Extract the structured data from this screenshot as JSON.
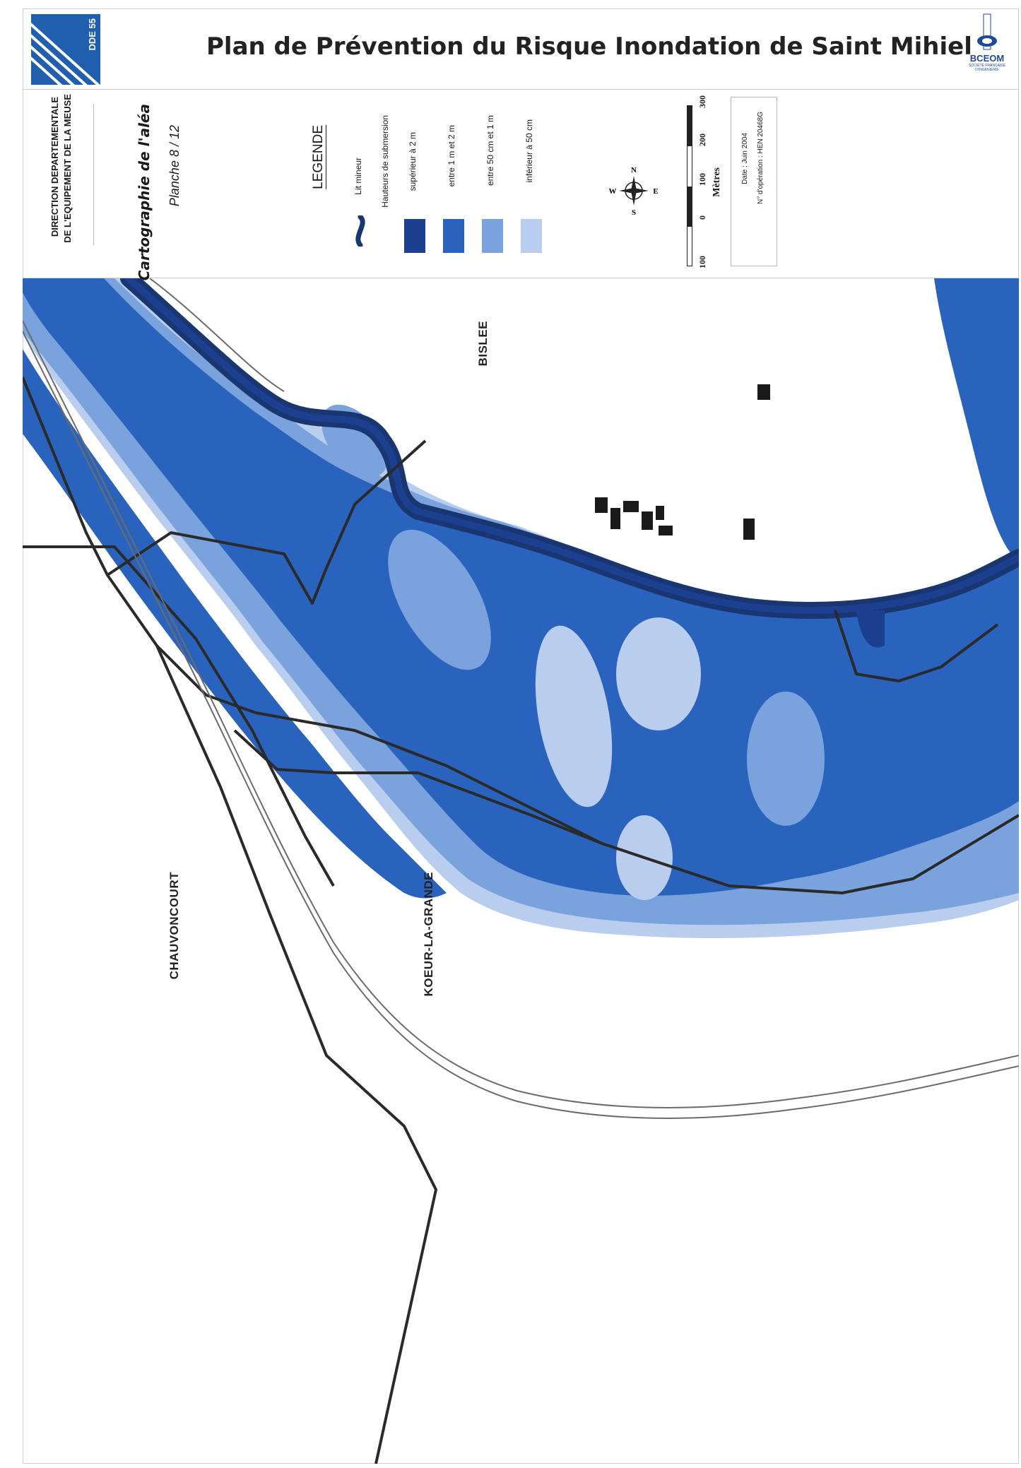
{
  "header": {
    "logo_text": "DDE 55",
    "title": "Plan de Prévention du Risque Inondation de Saint Mihiel",
    "company": "BCEOM",
    "company_sub": "SOCIÉTÉ FRANÇAISE D'INGÉNIERIE"
  },
  "sidebar": {
    "direction_line1": "DIRECTION DEPARTEMENTALE",
    "direction_line2": "DE L'EQUIPEMENT DE LA MEUSE",
    "subtitle": "Cartographie de l'aléa",
    "planche": "Planche 8 / 12"
  },
  "legend": {
    "title": "LEGENDE",
    "lit_mineur": "Lit mineur",
    "heights_title": "Hauteurs de submersion",
    "classes": [
      {
        "label": "supérieur à 2 m",
        "color": "#1c3f8f"
      },
      {
        "label": "entre 1 m et 2 m",
        "color": "#2a63bd"
      },
      {
        "label": "entre 50 cm et 1 m",
        "color": "#7aa2dc"
      },
      {
        "label": "inférieur à 50 cm",
        "color": "#b9cdee"
      }
    ]
  },
  "compass": {
    "n": "N",
    "s": "S",
    "e": "E",
    "w": "W"
  },
  "scale": {
    "ticks": [
      "100",
      "0",
      "100",
      "200",
      "300"
    ],
    "unit": "Mètres"
  },
  "info": {
    "date": "Date : Juin 2004",
    "operation": "N° d'opération : HEN 20468G"
  },
  "places": {
    "bislee": "BISLEE",
    "chauvoncourt": "CHAUVONCOURT",
    "koeur": "KOEUR-LA-GRANDE"
  },
  "colors": {
    "deep": "#1c3f8f",
    "mid": "#2a63bd",
    "light": "#7aa2dc",
    "pale": "#b9cdee",
    "river": "#1a3670"
  }
}
